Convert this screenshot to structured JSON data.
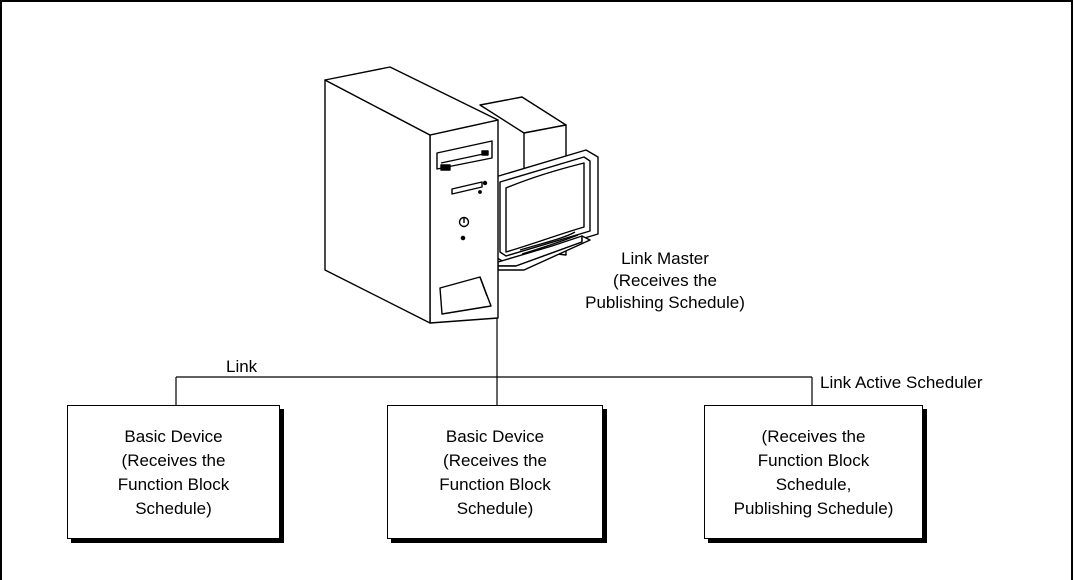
{
  "link_master": {
    "lines": [
      "Link Master",
      "(Receives the",
      "Publishing Schedule)"
    ]
  },
  "link_label": "Link",
  "las_label": "Link Active Scheduler",
  "devices": [
    {
      "lines": [
        "Basic Device",
        "(Receives the",
        "Function Block",
        "Schedule)"
      ]
    },
    {
      "lines": [
        "Basic Device",
        "(Receives the",
        "Function Block",
        "Schedule)"
      ]
    },
    {
      "lines": [
        "(Receives the",
        "Function Block",
        "Schedule,",
        "Publishing Schedule)"
      ]
    }
  ],
  "icons": {
    "computer": "desktop-computer-icon"
  }
}
